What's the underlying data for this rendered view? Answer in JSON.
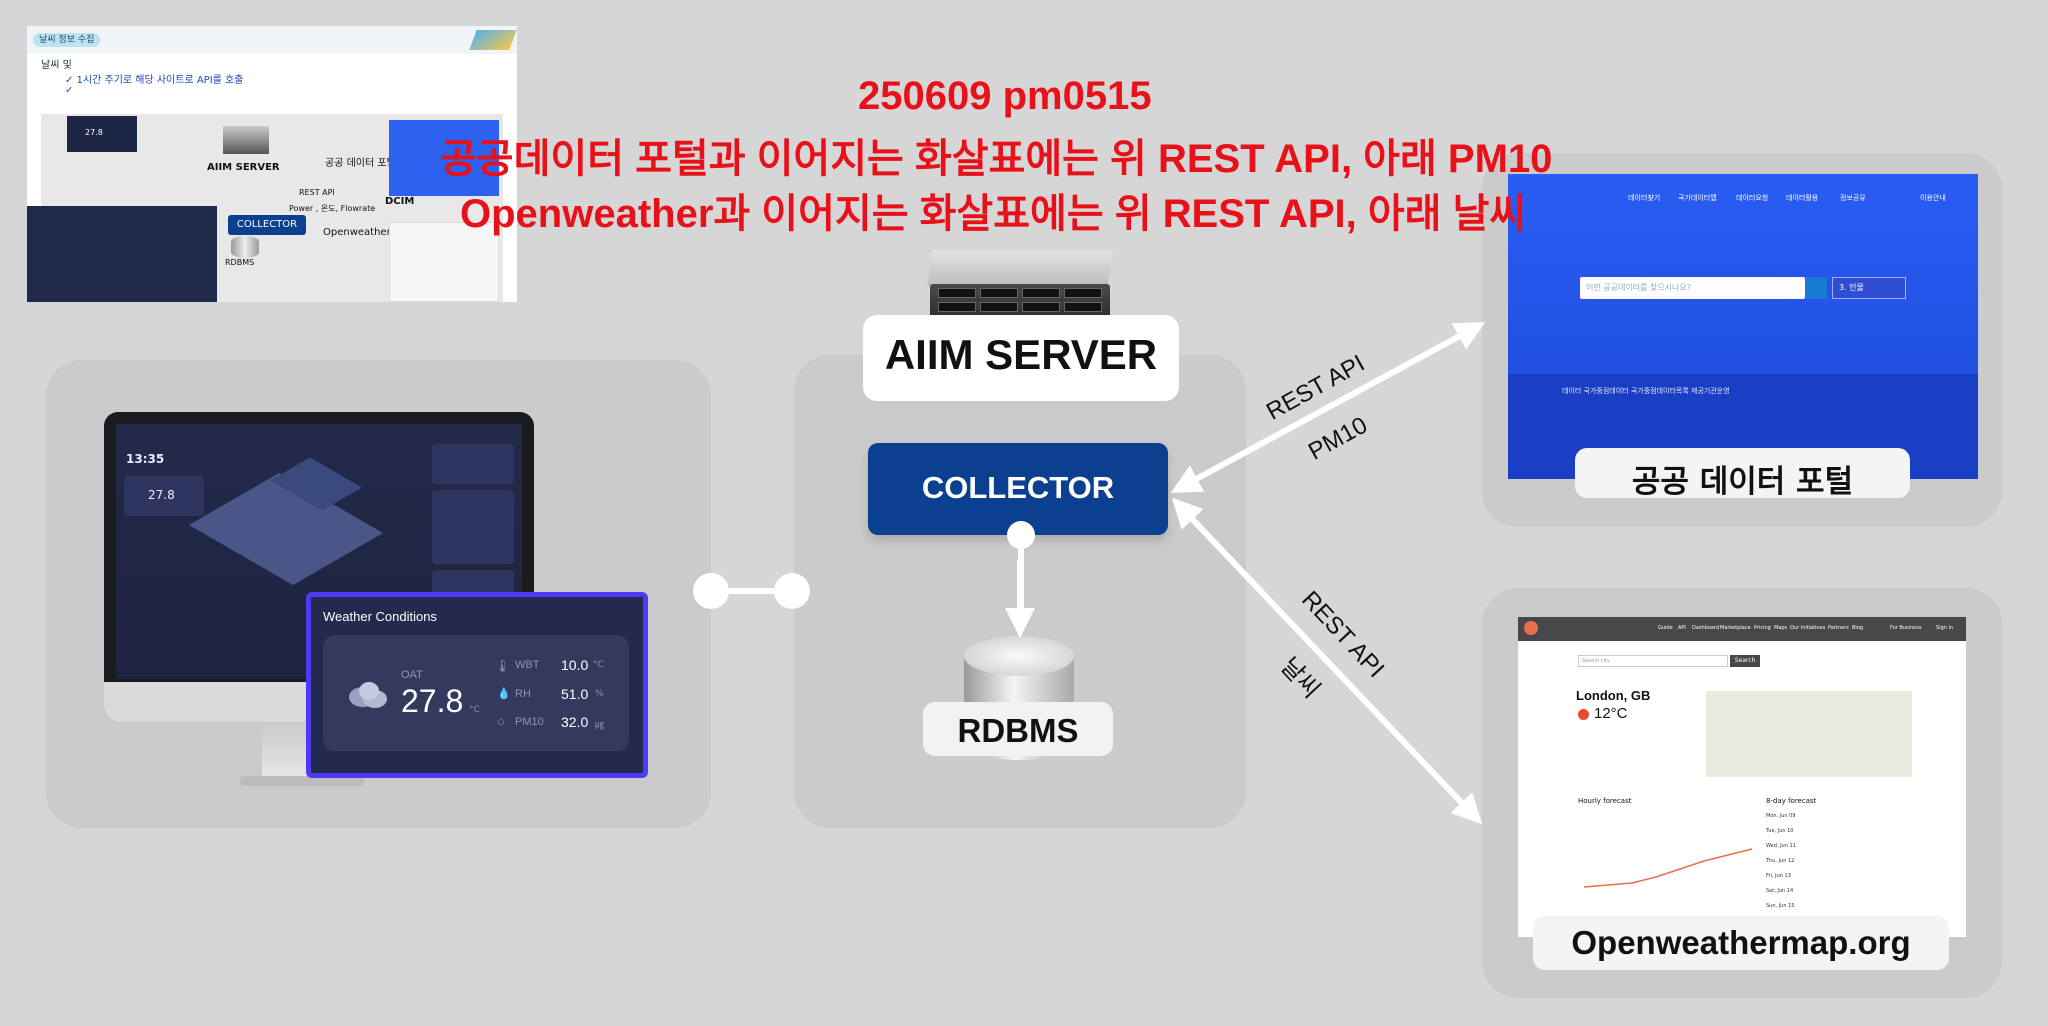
{
  "annotation": {
    "line1": "250609 pm0515",
    "line2": "공공데이터 포털과 이어지는 화살표에는 위 REST API, 아래 PM10",
    "line3": "Openweather과 이어지는 화살표에는 위 REST API, 아래 날씨"
  },
  "thumbnail": {
    "badge": "날씨 정보 수집",
    "bullet": "날씨 및",
    "check1": "✓  1시간 주기로 해당 사이트로 API를 호출",
    "check2": "✓",
    "server_label": "AIIM SERVER",
    "portal_label": "공공 데이터 포털",
    "rest_api": "REST API",
    "power_note": "Power , 온도, Flowrate",
    "collector": "COLLECTOR",
    "dcim": "DCIM",
    "openweather": "Openweather.org",
    "rdbms": "RDBMS",
    "temp": "27.8"
  },
  "monitor": {
    "time": "13:35",
    "temp_small": "27.8",
    "weather_card": {
      "title": "Weather Conditions",
      "oat_label": "OAT",
      "temperature": "27.8",
      "temperature_unit": "°C",
      "wbt_label": "WBT",
      "wbt_value": "10.0",
      "wbt_unit": "°C",
      "rh_label": "RH",
      "rh_value": "51.0",
      "rh_unit": "%",
      "pm10_label": "PM10",
      "pm10_value": "32.0",
      "pm10_unit": "㎍"
    }
  },
  "center": {
    "server_label": "AIIM SERVER",
    "collector_label": "COLLECTOR",
    "db_label": "RDBMS"
  },
  "arrows": {
    "portal_top": "REST API",
    "portal_bottom": "PM10",
    "weather_top": "REST API",
    "weather_bottom": "날씨"
  },
  "portal": {
    "label": "공공 데이터 포털",
    "search_placeholder": "어떤 공공데이터를 찾으시나요?",
    "select_value": "3. 인물",
    "nav_items": [
      "데이터찾기",
      "국가데이터맵",
      "데이터요청",
      "데이터활용",
      "정보공유",
      "이용안내"
    ],
    "bottom_tabs": "데이터  국가중점데이터  국가중점데이터목록  제공기관운영"
  },
  "openweather": {
    "label": "Openweathermap.org",
    "nav_items": [
      "Guide",
      "API",
      "Dashboard",
      "Marketplace",
      "Pricing",
      "Maps",
      "Our Initiatives",
      "Partners",
      "Blog",
      "For Business",
      "Sign in"
    ],
    "search_placeholder": "Search city",
    "search_button": "Search",
    "location": "London, GB",
    "temperature": "12°C",
    "hourly_title": "Hourly forecast",
    "daily_title": "8-day forecast",
    "days": [
      "Mon, Jun 09",
      "Tue, Jun 10",
      "Wed, Jun 11",
      "Thu, Jun 12",
      "Fri, Jun 13",
      "Sat, Jun 14",
      "Sun, Jun 15"
    ]
  },
  "colors": {
    "annotation": "#e8111a",
    "collector": "#0b3f8f",
    "weather_border": "#4b3bf5",
    "portal_blue": "#1c49d8"
  }
}
